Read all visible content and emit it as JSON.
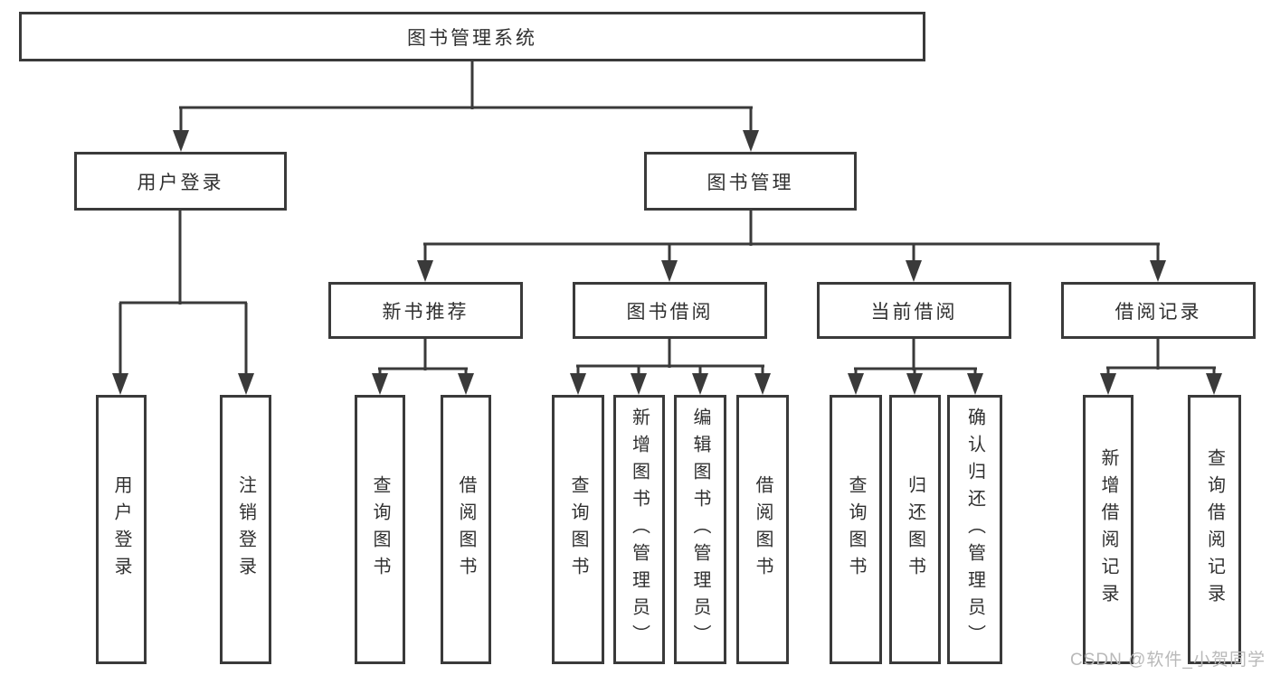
{
  "diagram": {
    "title": "图书管理系统",
    "level2": [
      {
        "label": "用户登录",
        "leaves": [
          "用户登录",
          "注销登录"
        ]
      },
      {
        "label": "图书管理",
        "groups": [
          {
            "label": "新书推荐",
            "leaves": [
              "查询图书",
              "借阅图书"
            ]
          },
          {
            "label": "图书借阅",
            "leaves": [
              "查询图书",
              "新增图书（管理员）",
              "编辑图书（管理员）",
              "借阅图书"
            ]
          },
          {
            "label": "当前借阅",
            "leaves": [
              "查询图书",
              "归还图书",
              "确认归还（管理员）"
            ]
          },
          {
            "label": "借阅记录",
            "leaves": [
              "新增借阅记录",
              "查询借阅记录"
            ]
          }
        ]
      }
    ]
  },
  "watermark": {
    "text": "CSDN @软件_小贺同学"
  },
  "colors": {
    "line": "#3a3a3a",
    "text": "#303030",
    "watermark": "#b9b9b9",
    "background": "#ffffff"
  }
}
